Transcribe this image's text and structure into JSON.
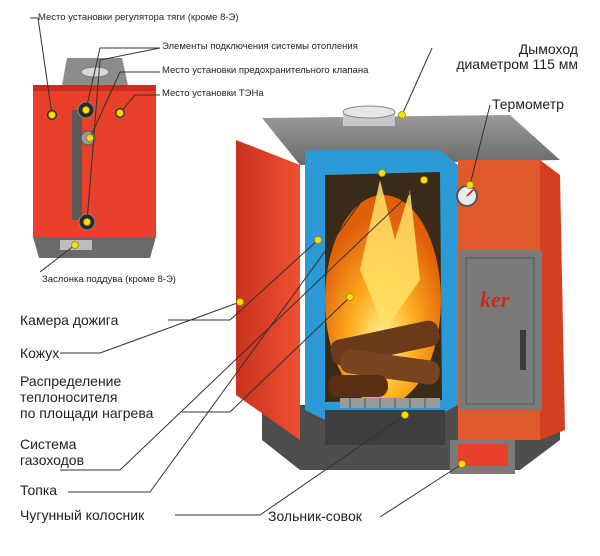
{
  "labels": {
    "draft_regulator": "Место установки регулятора тяги (кроме 8-Э)",
    "heating_connections": "Элементы подключения системы отопления",
    "safety_valve": "Место установки предохранительного клапана",
    "heating_element": "Место установки ТЭНа",
    "blower_damper": "Заслонка поддува  (кроме 8-Э)",
    "chimney_line1": "Дымоход",
    "chimney_line2": "диаметром 115 мм",
    "thermometer": "Термометр",
    "afterburn_chamber": "Камера дожига",
    "casing": "Кожух",
    "distribution_line1": "Распределение",
    "distribution_line2": "теплоносителя",
    "distribution_line3": "по площади нагрева",
    "flue_line1": "Система",
    "flue_line2": "газоходов",
    "firebox": "Топка",
    "grate": "Чугунный колосник",
    "ash_pan": "Зольник-совок"
  },
  "brand_text": "ker",
  "colors": {
    "body_red": "#e8402a",
    "body_orange": "#e05a2c",
    "steel_gray": "#6d6d6d",
    "water_blue": "#2d9ad8",
    "marker_yellow": "#f5e000",
    "leader_line": "#333333"
  }
}
